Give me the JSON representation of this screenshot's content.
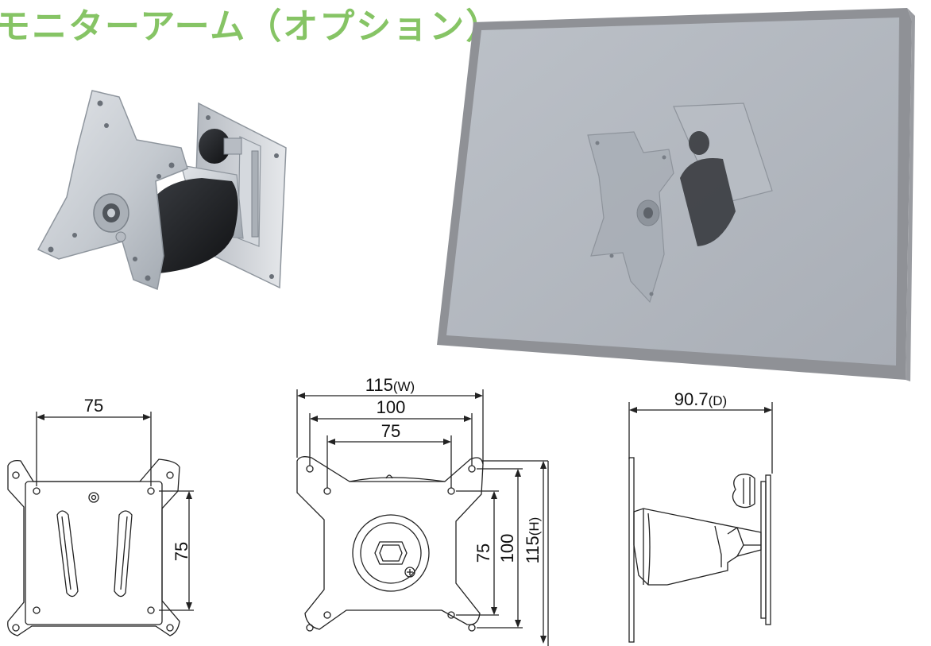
{
  "title": "モニターアーム（オプション）",
  "colors": {
    "title": "#86c465",
    "silver": "#c9ced4",
    "silver_dark": "#8e959d",
    "black_part": "#1f2124",
    "monitor_frame": "#8f9196",
    "monitor_screen": "#b3b8bf",
    "line": "#222222"
  },
  "drawings": {
    "back_view": {
      "width_dim": "75",
      "height_dim": "75"
    },
    "front_view": {
      "width_dim": "115",
      "width_suffix": "(W)",
      "dim_100": "100",
      "dim_75": "75",
      "height_75": "75",
      "height_100": "100",
      "height_dim": "115",
      "height_suffix": "(H)"
    },
    "side_view": {
      "depth_dim": "90.7",
      "depth_suffix": "(D)"
    }
  }
}
